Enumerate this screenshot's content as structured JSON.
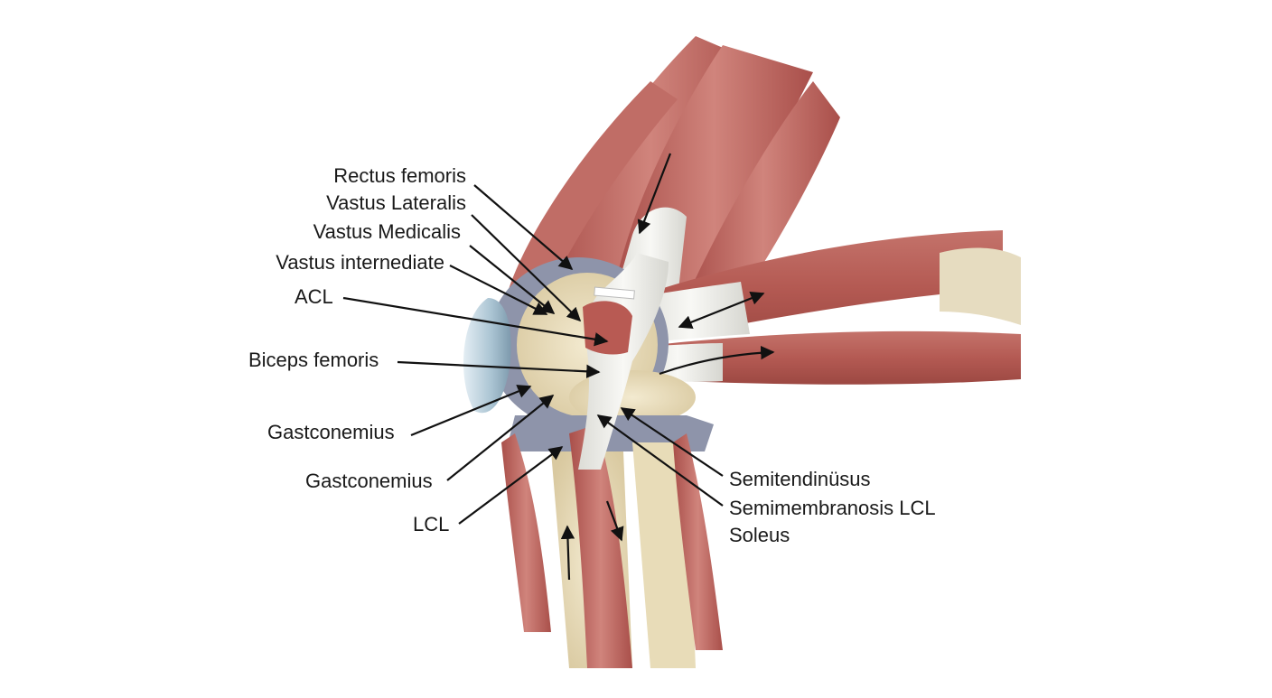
{
  "labels_left": [
    "Rectus femoris",
    "Vastus Lateralis",
    "Vastus Medicalis",
    "Vastus internediate",
    "ACL",
    "Biceps femoris",
    "Gastconemius",
    "Gastconemius",
    "LCL"
  ],
  "labels_right": [
    "Semitendinüsus",
    "Semimembranosis LCL",
    "Soleus"
  ],
  "colors": {
    "muscle": "#b8605a",
    "muscle_light": "#d9918a",
    "tendon": "#eeeeea",
    "bone": "#efe4c6",
    "cartilage": "#8e94aa",
    "patella": "#bcd0dc",
    "arrow": "#111111"
  }
}
